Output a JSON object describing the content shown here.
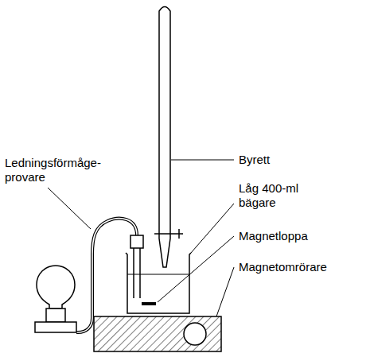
{
  "diagram": {
    "labels": [
      "Byrett",
      "Låg 400-ml bägare",
      "Magnetloppa",
      "Magnetomrörare",
      "Ledningsförmåge- provare"
    ]
  }
}
